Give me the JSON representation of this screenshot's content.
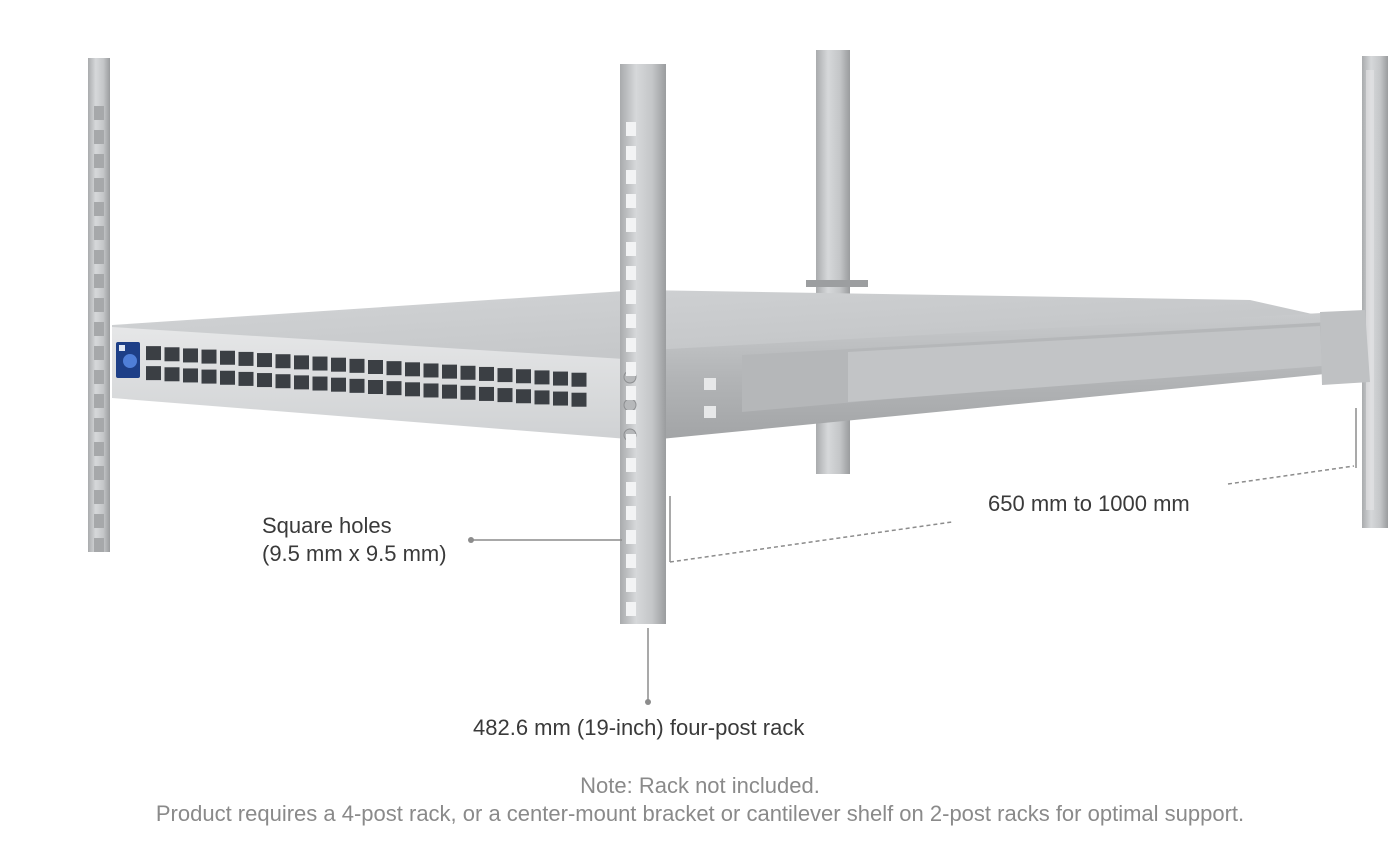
{
  "annotations": {
    "square_holes": {
      "line1": "Square holes",
      "line2": "(9.5 mm x 9.5 mm)"
    },
    "depth_range": "650 mm to 1000 mm",
    "rack_type": "482.6 mm (19-inch) four-post rack"
  },
  "note": {
    "line1": "Note: Rack not included.",
    "line2": "Product requires a 4-post rack, or a center-mount bracket or cantilever shelf on 2-post racks for optimal support."
  },
  "colors": {
    "post": "#c4c6c8",
    "switch_top": "#c9cbcd",
    "switch_front": "#dcdedf",
    "port_dark": "#3b3f44",
    "display_accent": "#1d3f87",
    "label_text": "#3a3a3a",
    "note_text": "#8a8a8a",
    "dimension_line": "#8c8c8c"
  }
}
